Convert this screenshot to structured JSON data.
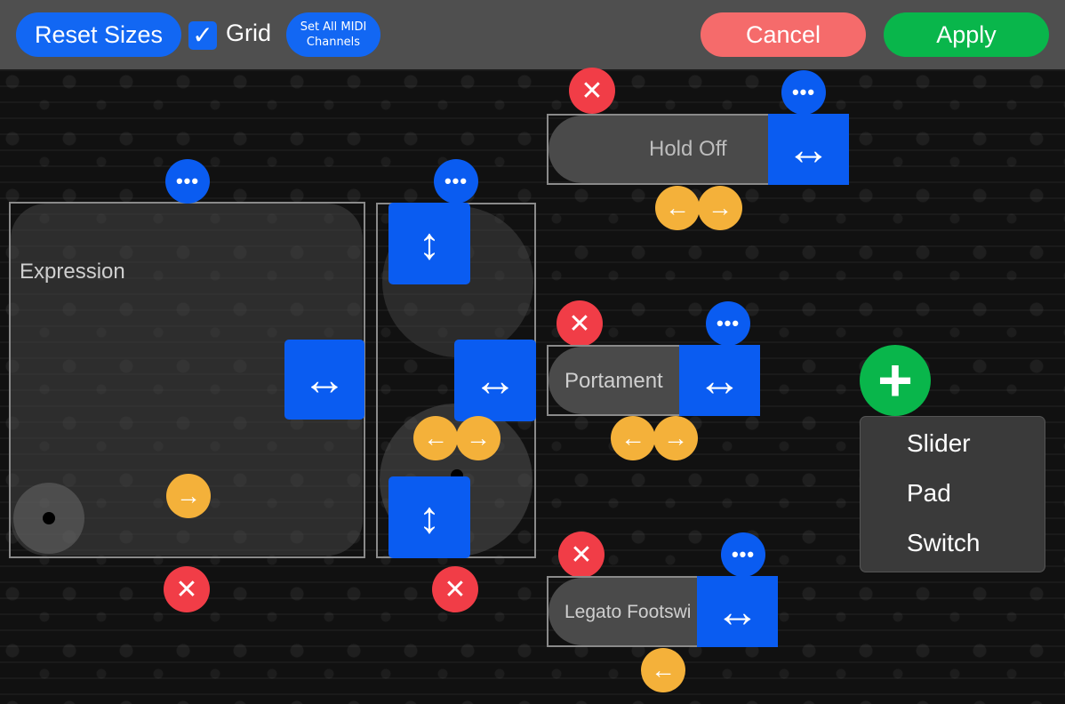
{
  "toolbar": {
    "reset_sizes": "Reset Sizes",
    "grid_checked": "✓",
    "grid_label": "Grid",
    "set_all_midi_line1": "Set All MIDI",
    "set_all_midi_line2": "Channels",
    "cancel": "Cancel",
    "apply": "Apply"
  },
  "icons": {
    "more": "•••",
    "delete": "✕",
    "arrow_right": "→",
    "arrow_left": "←",
    "resize_h": "↔",
    "resize_v": "↕",
    "add": "+"
  },
  "controls": {
    "expression": {
      "label": "Expression"
    },
    "hold": {
      "label": "Hold Off"
    },
    "portamento": {
      "label": "Portament"
    },
    "legato": {
      "label": "Legato Footswi"
    }
  },
  "add_menu": {
    "items": [
      "Slider",
      "Pad",
      "Switch"
    ]
  },
  "colors": {
    "accent_blue": "#0a5cf1",
    "delete_red": "#f13d47",
    "cancel_red": "#f56b6b",
    "apply_green": "#09b64b",
    "arrow_yellow": "#f4b13a"
  }
}
